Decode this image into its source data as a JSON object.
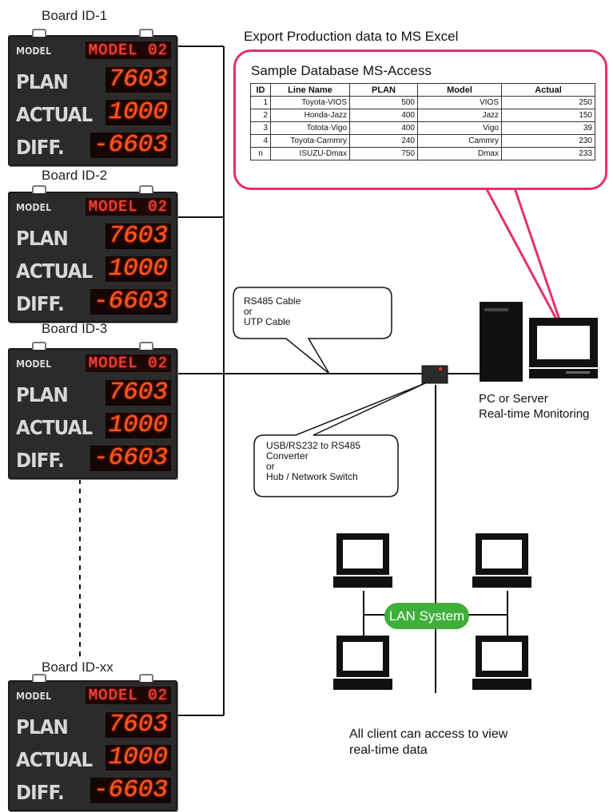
{
  "export": {
    "title": "Export Production data to MS Excel",
    "db_title": "Sample Database MS-Access",
    "columns": [
      "ID",
      "Line Name",
      "PLAN",
      "Model",
      "Actual"
    ],
    "rows": [
      [
        "1",
        "Toyota-VIOS",
        "500",
        "VIOS",
        "250"
      ],
      [
        "2",
        "Honda-Jazz",
        "400",
        "Jazz",
        "150"
      ],
      [
        "3",
        "Totota-Vigo",
        "400",
        "Vigo",
        "39"
      ],
      [
        "4",
        "Toyota-Cammry",
        "240",
        "Cammry",
        "230"
      ],
      [
        "n",
        "ISUZU-Dmax",
        "750",
        "Dmax",
        "233"
      ]
    ]
  },
  "boards": [
    {
      "id_label": "Board ID-1"
    },
    {
      "id_label": "Board ID-2"
    },
    {
      "id_label": "Board ID-3"
    },
    {
      "id_label": "Board ID-xx"
    }
  ],
  "board_display": {
    "model_label": "MODEL",
    "model_value": "MODEL 02",
    "plan_label": "PLAN",
    "plan_value": "7603",
    "actual_label": "ACTUAL",
    "actual_value": "1000",
    "diff_label": "DIFF.",
    "diff_value": "-6603"
  },
  "cable_bubble": {
    "line1": "RS485 Cable",
    "line2": "or",
    "line3": "UTP Cable"
  },
  "converter_bubble": {
    "line1": "USB/RS232 to RS485",
    "line2": "Converter",
    "line3": "or",
    "line4": "Hub / Network Switch"
  },
  "pc": {
    "line1": "PC or Server",
    "line2": "Real-time Monitoring"
  },
  "lan": {
    "label": "LAN System"
  },
  "clients": {
    "line1": "All client can access to view",
    "line2": "real-time data"
  },
  "colors": {
    "led": "#ff5a1f",
    "callout": "#e3306f",
    "lan": "#3fae3a",
    "board": "#2b2b2b"
  }
}
